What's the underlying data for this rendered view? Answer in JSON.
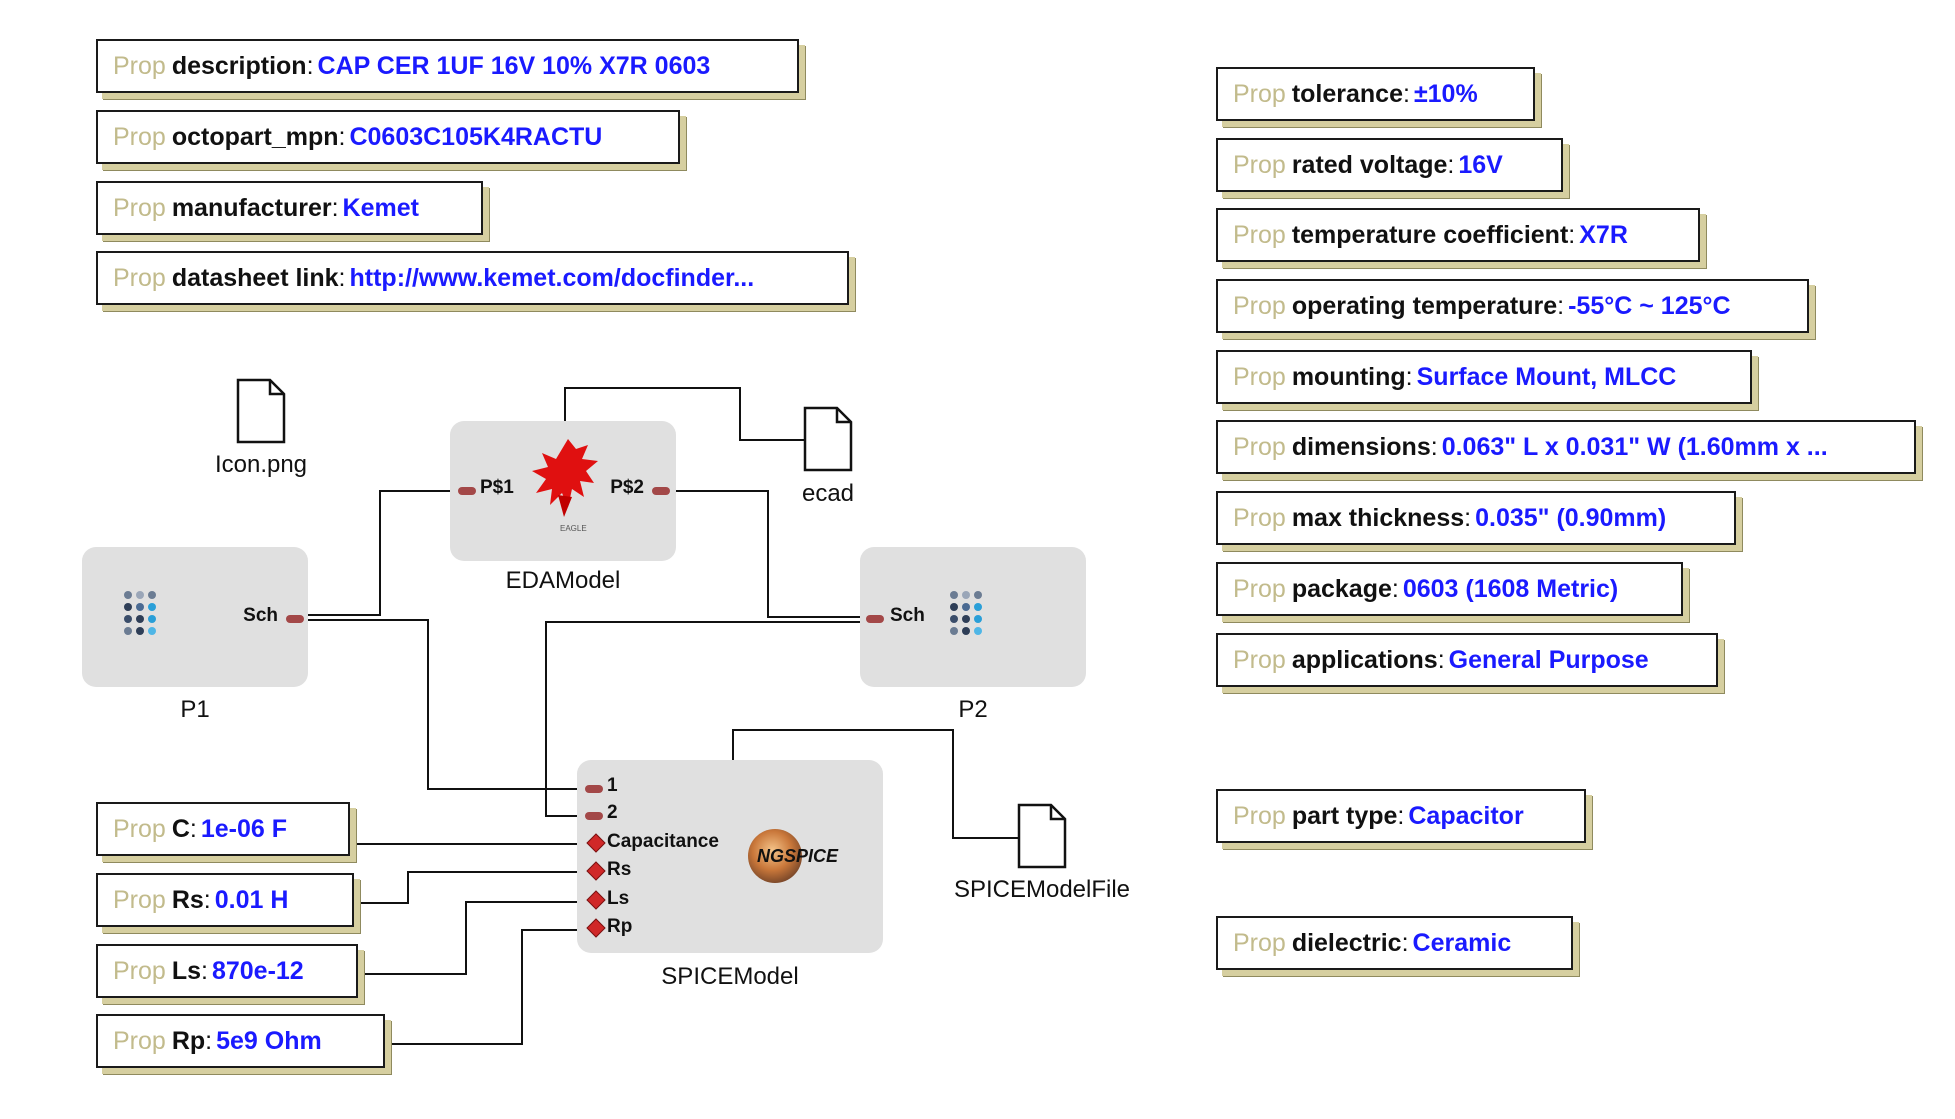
{
  "props_left": [
    {
      "keyword": "Prop",
      "name": "description",
      "value": "CAP CER 1UF 16V 10% X7R 0603"
    },
    {
      "keyword": "Prop",
      "name": "octopart_mpn",
      "value": "C0603C105K4RACTU"
    },
    {
      "keyword": "Prop",
      "name": "manufacturer",
      "value": "Kemet"
    },
    {
      "keyword": "Prop",
      "name": "datasheet link",
      "value": "http://www.kemet.com/docfinder..."
    }
  ],
  "props_right": [
    {
      "keyword": "Prop",
      "name": "tolerance",
      "value": "±10%"
    },
    {
      "keyword": "Prop",
      "name": "rated voltage",
      "value": "16V"
    },
    {
      "keyword": "Prop",
      "name": "temperature coefficient",
      "value": "X7R"
    },
    {
      "keyword": "Prop",
      "name": "operating temperature",
      "value": "-55°C ~ 125°C"
    },
    {
      "keyword": "Prop",
      "name": "mounting",
      "value": "Surface Mount, MLCC"
    },
    {
      "keyword": "Prop",
      "name": "dimensions",
      "value": "0.063\" L x 0.031\" W (1.60mm x ..."
    },
    {
      "keyword": "Prop",
      "name": "max thickness",
      "value": "0.035\" (0.90mm)"
    },
    {
      "keyword": "Prop",
      "name": "package",
      "value": "0603 (1608 Metric)"
    },
    {
      "keyword": "Prop",
      "name": "applications",
      "value": "General Purpose"
    },
    {
      "keyword": "Prop",
      "name": "part type",
      "value": "Capacitor"
    },
    {
      "keyword": "Prop",
      "name": "dielectric",
      "value": "Ceramic"
    }
  ],
  "props_spice": [
    {
      "keyword": "Prop",
      "name": "C",
      "value": "1e-06 F"
    },
    {
      "keyword": "Prop",
      "name": "Rs",
      "value": "0.01 H"
    },
    {
      "keyword": "Prop",
      "name": "Ls",
      "value": "870e-12"
    },
    {
      "keyword": "Prop",
      "name": "Rp",
      "value": "5e9 Ohm"
    }
  ],
  "blocks": {
    "eda": {
      "label": "EDAModel",
      "port_left": "P$1",
      "port_right": "P$2",
      "logo_text": "EAGLE"
    },
    "p1": {
      "label": "P1",
      "port": "Sch"
    },
    "p2": {
      "label": "P2",
      "port": "Sch"
    },
    "spice": {
      "label": "SPICEModel",
      "ports": [
        "1",
        "2"
      ],
      "params": [
        "Capacitance",
        "Rs",
        "Ls",
        "Rp"
      ],
      "logo_text": "NGSPICE"
    }
  },
  "files": {
    "icon": "Icon.png",
    "ecad": "ecad",
    "spicefile": "SPICEModelFile"
  },
  "colors": {
    "prop_keyword": "#c2bb8c",
    "prop_value": "#1a1aff",
    "block_fill": "#e0e0e0",
    "port_marker": "#a34848",
    "param_marker": "#d02828"
  }
}
